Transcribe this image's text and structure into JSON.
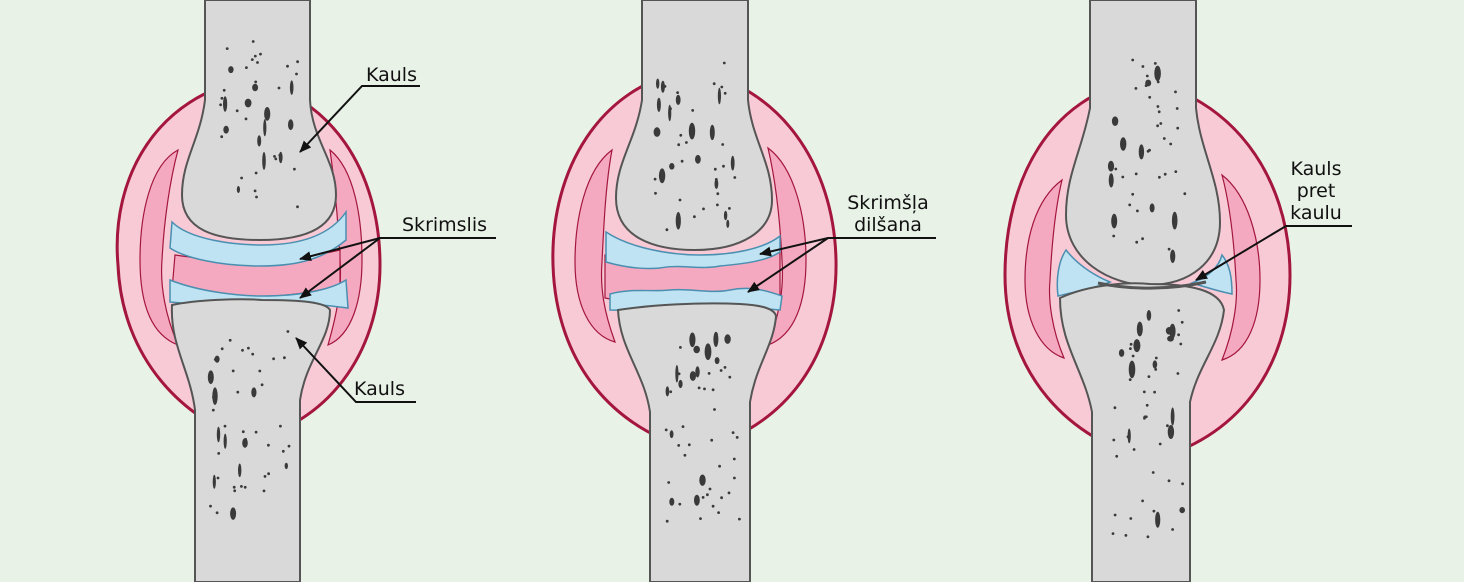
{
  "colors": {
    "background": "#e8f2e7",
    "bone": "#d9d9d9",
    "bone_outline": "#555555",
    "capsule_fill": "#f7cad6",
    "capsule_outline": "#a4163d",
    "synovial_fill": "#f4a9c0",
    "cartilage_fill": "#bfe3f2",
    "cartilage_outline": "#4a8fb0",
    "arrow": "#111111"
  },
  "labels": {
    "healthy": {
      "bone_top": "Kauls",
      "cartilage": "Skrimslis",
      "bone_bottom": "Kauls"
    },
    "moderate": {
      "wear_line1": "Skrimšļa",
      "wear_line2": "dilšana"
    },
    "severe": {
      "line1": "Kauls",
      "line2": "pret",
      "line3": "kaulu"
    }
  },
  "icons": [
    "arrow-icon"
  ]
}
